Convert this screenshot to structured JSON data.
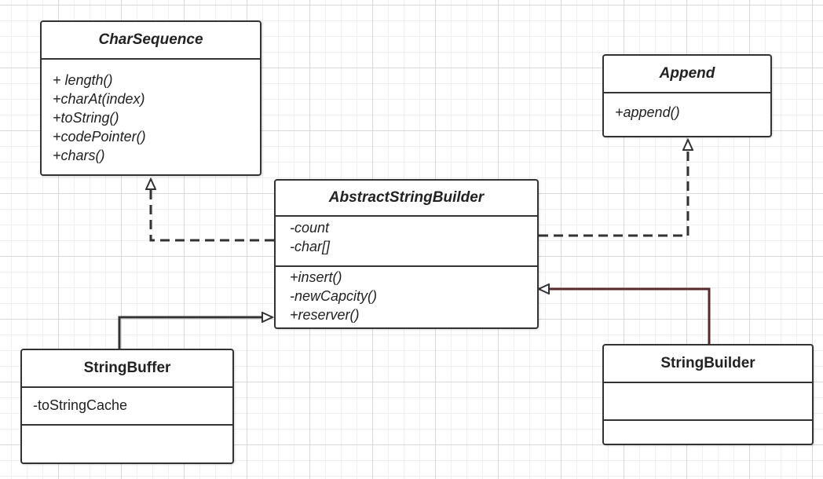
{
  "diagram": {
    "classes": {
      "char_sequence": {
        "name": "CharSequence",
        "abstract": true,
        "attributes": [],
        "methods": [
          "+ length()",
          "+charAt(index)",
          "+toString()",
          "+codePointer()",
          "+chars()"
        ]
      },
      "append": {
        "name": "Append",
        "abstract": true,
        "attributes": [],
        "methods": [
          "+append()"
        ]
      },
      "abstract_string_builder": {
        "name": "AbstractStringBuilder",
        "abstract": true,
        "attributes": [
          "-count",
          "-char[]"
        ],
        "methods": [
          "+insert()",
          "-newCapcity()",
          "+reserver()"
        ]
      },
      "string_buffer": {
        "name": "StringBuffer",
        "abstract": false,
        "attributes": [
          "-toStringCache"
        ],
        "methods": []
      },
      "string_builder": {
        "name": "StringBuilder",
        "abstract": false,
        "attributes": [],
        "methods": []
      }
    },
    "relations": [
      {
        "from": "AbstractStringBuilder",
        "to": "CharSequence",
        "type": "realization",
        "style": "dashed"
      },
      {
        "from": "AbstractStringBuilder",
        "to": "Append",
        "type": "realization",
        "style": "dashed"
      },
      {
        "from": "StringBuffer",
        "to": "AbstractStringBuilder",
        "type": "generalization",
        "style": "solid"
      },
      {
        "from": "StringBuilder",
        "to": "AbstractStringBuilder",
        "type": "generalization",
        "style": "solid"
      }
    ],
    "colors": {
      "border": "#333333",
      "grid_major": "#d9d9d9",
      "grid_minor": "#efefef",
      "string_builder_edge": "#5a2a2a"
    }
  }
}
